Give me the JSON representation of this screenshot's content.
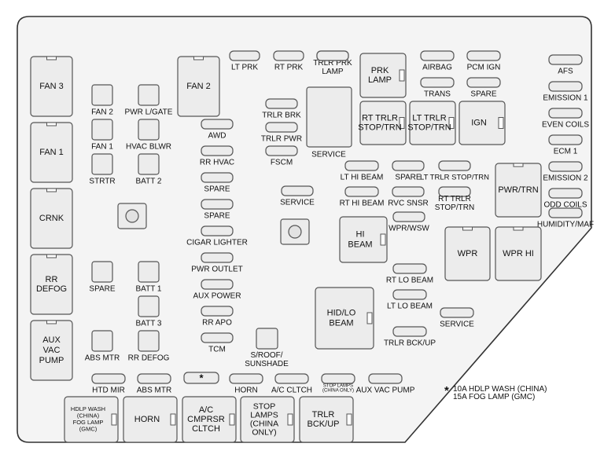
{
  "labels": {
    "fan3": "FAN 3",
    "fan1_big": "FAN 1",
    "crnk": "CRNK",
    "rr_defog_big": [
      "RR",
      "DEFOG"
    ],
    "aux_vac_pump": [
      "AUX",
      "VAC",
      "PUMP"
    ],
    "fan2_small": "FAN 2",
    "fan1_small": "FAN 1",
    "strtr": "STRTR",
    "pwr_lgate": "PWR L/GATE",
    "hvac_blwr": "HVAC BLWR",
    "batt2": "BATT 2",
    "spare_left": "SPARE",
    "batt1": "BATT 1",
    "batt3": "BATT 3",
    "abs_mtr_small": "ABS MTR",
    "rr_defog_small": "RR DEFOG",
    "fan2_big": "FAN 2",
    "awd": "AWD",
    "rr_hvac": "RR HVAC",
    "spare_c1": "SPARE",
    "spare_c2": "SPARE",
    "cigar_lighter": "CIGAR LIGHTER",
    "pwr_outlet": "PWR OUTLET",
    "aux_power": "AUX POWER",
    "rr_apo": "RR APO",
    "tcm": "TCM",
    "sroof": [
      "S/ROOF/",
      "SUNSHADE"
    ],
    "lt_prk": "LT PRK",
    "rt_prk": "RT PRK",
    "trlr_prk_lamp": [
      "TRLR PRK",
      "LAMP"
    ],
    "trlr_brk": "TRLR BRK",
    "trlr_pwr": "TRLR PWR",
    "fscm": "FSCM",
    "service_mid": "SERVICE",
    "service_big": "SERVICE",
    "prk_lamp": [
      "PRK",
      "LAMP"
    ],
    "airbag": "AIRBAG",
    "trans": "TRANS",
    "pcm_ign": "PCM IGN",
    "spare_top": "SPARE",
    "rt_trlr_stop": [
      "RT TRLR",
      "STOP/TRN"
    ],
    "lt_trlr_stop_big": [
      "LT TRLR",
      "STOP/TRN"
    ],
    "ign": "IGN",
    "lt_hi_beam": "LT HI BEAM",
    "spare_mid": "SPARE",
    "lt_trlr_stop_small": "LT TRLR STOP/TRN",
    "rt_hi_beam": "RT HI BEAM",
    "rvc_snsr": "RVC SNSR",
    "rt_trlr_stop_small": [
      "RT TRLR",
      "STOP/TRN"
    ],
    "wpr_wsw": "WPR/WSW",
    "hi_beam": [
      "HI",
      "BEAM"
    ],
    "pwr_trn": "PWR/TRN",
    "wpr": "WPR",
    "wpr_hi": "WPR HI",
    "rt_lo_beam": "RT LO BEAM",
    "lt_lo_beam": "LT LO BEAM",
    "hid_lo_beam": [
      "HID/LO",
      "BEAM"
    ],
    "service_right": "SERVICE",
    "trlr_bckup_small": "TRLR BCK/UP",
    "afs": "AFS",
    "emission1": "EMISSION 1",
    "even_coils": "EVEN COILS",
    "ecm1": "ECM 1",
    "emission2": "EMISSION 2",
    "odd_coils": "ODD COILS",
    "humidity_maf": "HUMIDITY/MAF",
    "htd_mir": "HTD MIR",
    "abs_mtr_bottom": "ABS MTR",
    "star": "*",
    "horn_small": "HORN",
    "ac_cltch": "A/C CLTCH",
    "stop_lamps_small": [
      "STOP LAMPS",
      "(CHINA ONLY)"
    ],
    "aux_vac_pump_small": "AUX VAC PUMP",
    "hdlp_wash": [
      "HDLP WASH",
      "(CHINA)",
      "FOG LAMP",
      "(GMC)"
    ],
    "horn_big": "HORN",
    "ac_cmprsr": [
      "A/C",
      "CMPRSR",
      "CLTCH"
    ],
    "stop_lamps_big": [
      "STOP",
      "LAMPS",
      "(CHINA",
      "ONLY)"
    ],
    "trlr_bckup_big": [
      "TRLR",
      "BCK/UP"
    ]
  },
  "footnote": {
    "star": "*",
    "line1": "10A  HDLP WASH (CHINA)",
    "line2": "15A  FOG LAMP (GMC)"
  }
}
